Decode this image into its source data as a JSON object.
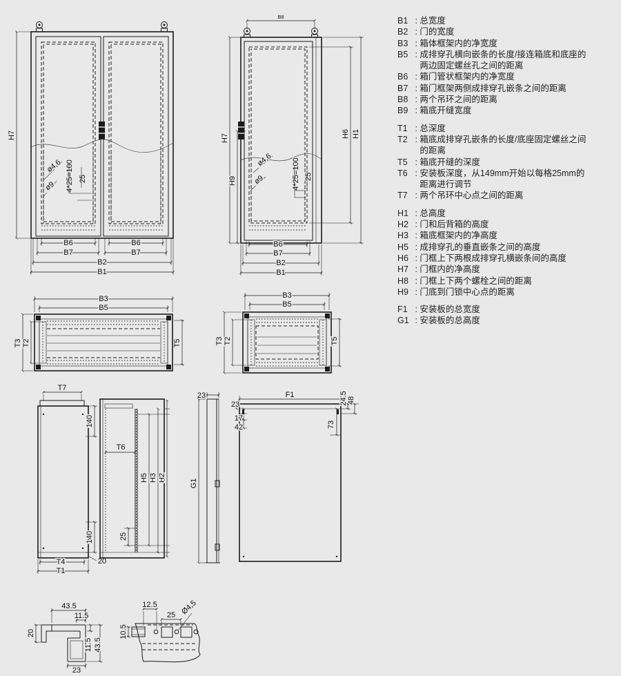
{
  "legend": {
    "sep": " : ",
    "items": [
      {
        "code": "B1",
        "desc": "总宽度"
      },
      {
        "code": "B2",
        "desc": "门的宽度"
      },
      {
        "code": "B3",
        "desc": "箱体框架内的净宽度"
      },
      {
        "code": "B5",
        "desc": "成排穿孔横向嵌条的长度/接连箱底和底座的两边固定螺丝孔之间的距离"
      },
      {
        "code": "B6",
        "desc": "箱门管状框架内的净宽度"
      },
      {
        "code": "B7",
        "desc": "箱门框架两侧成排穿孔嵌条之间的距离"
      },
      {
        "code": "B8",
        "desc": "两个吊环之间的距离"
      },
      {
        "code": "B9",
        "desc": "箱底开缝宽度"
      },
      {
        "code": "T1",
        "desc": "总深度"
      },
      {
        "code": "T2",
        "desc": "箱底成排穿孔嵌条的长度/底座固定螺丝之间的距离"
      },
      {
        "code": "T5",
        "desc": "箱底开缝的深度"
      },
      {
        "code": "T6",
        "desc": "安装板深度，从149mm开始以每格25mm的距离进行调节"
      },
      {
        "code": "T7",
        "desc": "两个吊环中心点之间的距离"
      },
      {
        "code": "H1",
        "desc": "总高度"
      },
      {
        "code": "H2",
        "desc": "门和后背箱的高度"
      },
      {
        "code": "H3",
        "desc": "箱底框架内的净高度"
      },
      {
        "code": "H5",
        "desc": "成排穿孔的垂直嵌条之间的高度"
      },
      {
        "code": "H6",
        "desc": "门框上下两根成排穿孔横嵌条间的高度"
      },
      {
        "code": "H7",
        "desc": "门框内的净高度"
      },
      {
        "code": "H8",
        "desc": "门框上下两个螺栓之间的距离"
      },
      {
        "code": "H9",
        "desc": "门底到门锁中心点的距离"
      },
      {
        "code": "F1",
        "desc": "安装板的总宽度"
      },
      {
        "code": "G1",
        "desc": "安装板的总高度"
      }
    ]
  },
  "dims": {
    "dd": {
      "h7": "H7",
      "b6": "B6",
      "b7": "B7",
      "b2": "B2",
      "b1": "B1",
      "dia46": "ø4,6",
      "dia9": "ø9",
      "pitch": "4*25=100",
      "p25": "25"
    },
    "sd": {
      "b8": "B8",
      "h7": "H7",
      "h9": "H9",
      "h6": "H6",
      "h1": "H1",
      "b6": "B6",
      "b7": "B7",
      "b2": "B2",
      "b1": "B1",
      "dia46": "ø4,6",
      "dia9": "ø9",
      "pitch": "4*25=100",
      "p25": "25"
    },
    "top1": {
      "b3": "B3",
      "b5": "B5",
      "t3": "T3",
      "t2": "T2",
      "t5": "T5"
    },
    "top2": {
      "b3": "B3",
      "b5": "B5",
      "t3": "T3",
      "t2": "T2",
      "t5": "T5"
    },
    "side1": {
      "t7": "T7",
      "n140": "140",
      "t4": "T4",
      "t1": "T1",
      "n20": "20"
    },
    "side2": {
      "t6": "T6",
      "n25": "25",
      "h5": "H5",
      "h3": "H3",
      "h2": "H2"
    },
    "plate": {
      "g1": "G1",
      "n23": "23",
      "f1": "F1",
      "n17": "17",
      "n42": "42",
      "n245": "24.5",
      "n48": "48",
      "n73": "73"
    },
    "det1": {
      "w435": "43.5",
      "w115": "11.5",
      "h20": "20",
      "v115": "11.5",
      "v435": "43.5",
      "w23": "23"
    },
    "det2": {
      "n125": "12.5",
      "n25": "25",
      "dia": "Ø4,5",
      "n105": "10.5"
    }
  }
}
